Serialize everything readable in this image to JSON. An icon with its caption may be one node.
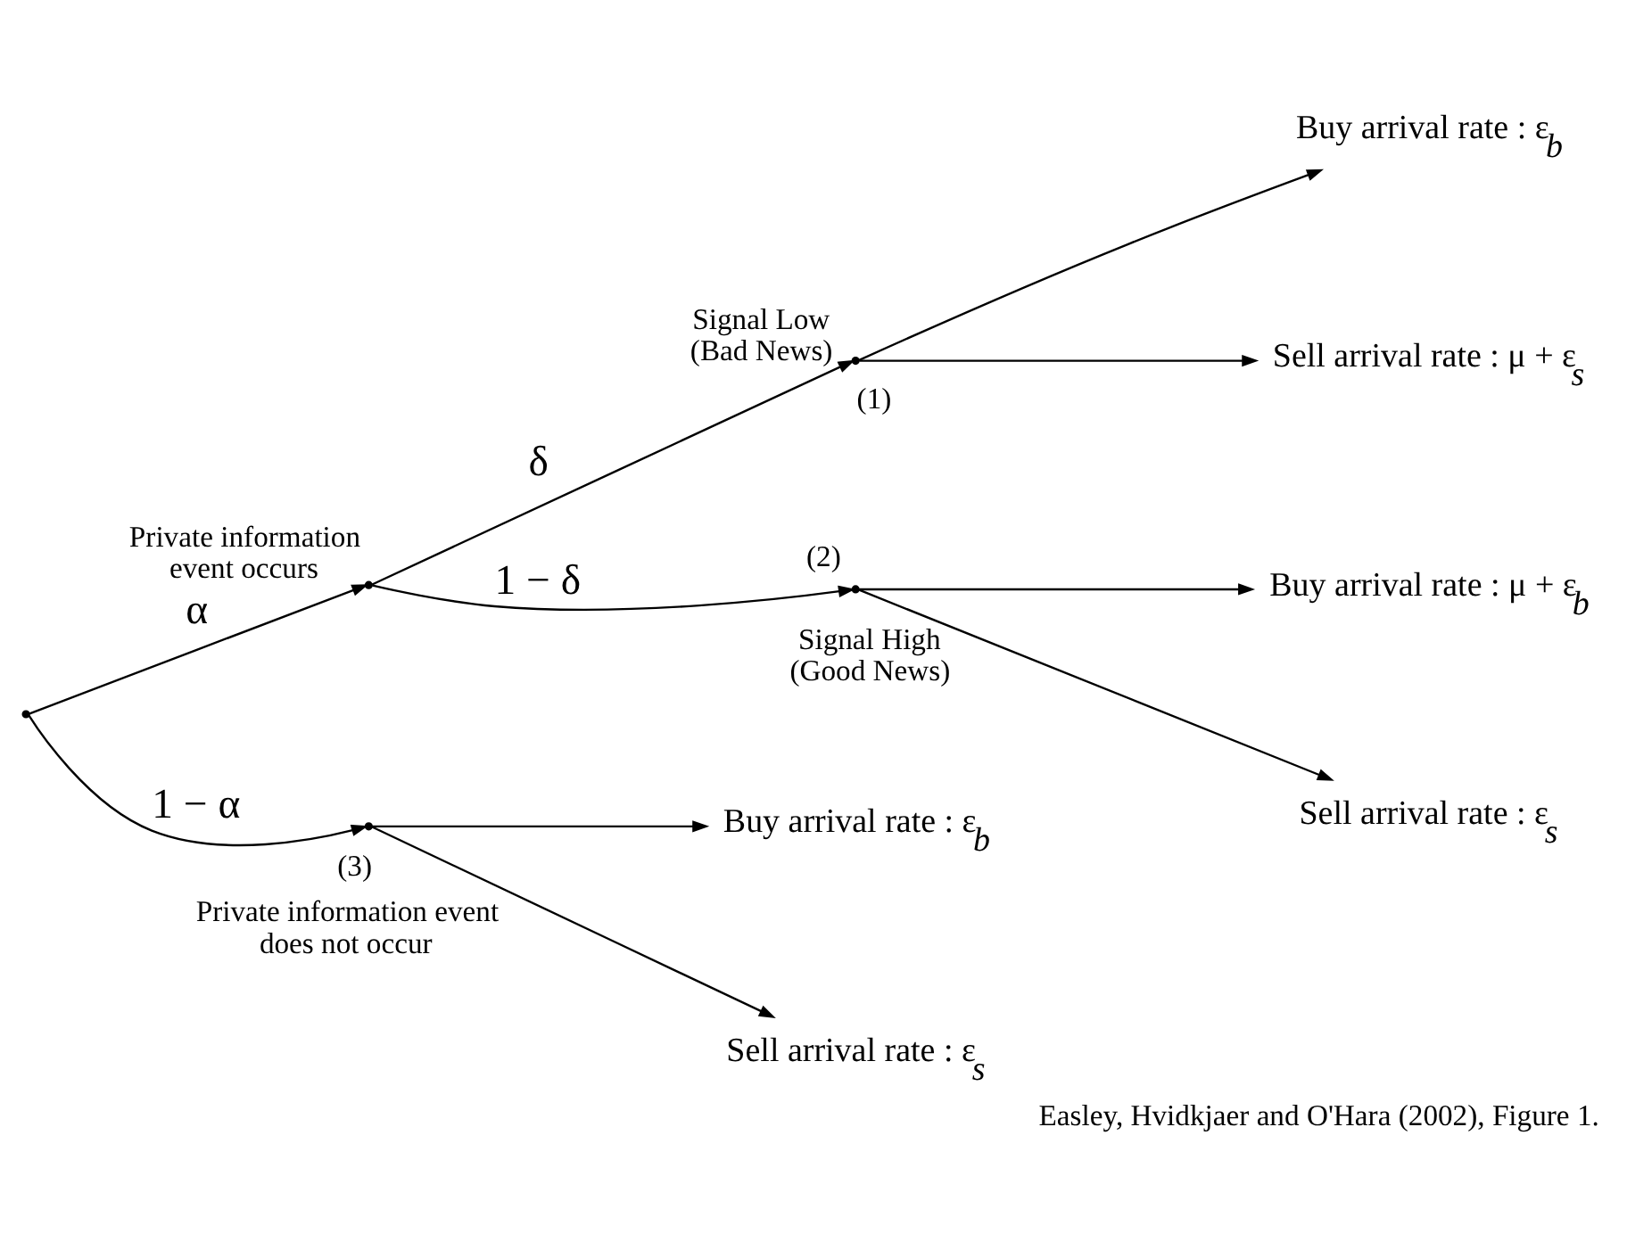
{
  "diagram": {
    "caption": "Easley, Hvidkjaer and O'Hara (2002), Figure 1.",
    "nodes": [
      {
        "text": [],
        "shape": "point"
      },
      {
        "text": [],
        "shape": "point",
        "beside": [
          "Private information event occurs"
        ]
      },
      {
        "text": [],
        "shape": "point",
        "beside": [
          "Signal Low (Bad News)",
          "(1)"
        ]
      },
      {
        "text": [],
        "shape": "point",
        "beside": [
          "(2)",
          "Signal High (Good News)"
        ]
      },
      {
        "text": [],
        "shape": "point",
        "beside": [
          "(3)",
          "Private information event does not occur"
        ]
      },
      {
        "text": [
          "Buy arrival rate : ε$_{b}$"
        ]
      },
      {
        "text": [
          "Sell arrival rate : μ + ε$_{s}$"
        ]
      },
      {
        "text": [
          "Buy arrival rate : μ + ε$_{b}$"
        ]
      },
      {
        "text": [
          "Sell arrival rate : ε$_{s}$"
        ]
      },
      {
        "text": [
          "Buy arrival rate : ε$_{b}$"
        ]
      },
      {
        "text": [
          "Sell arrival rate : ε$_{s}$"
        ]
      }
    ],
    "edges": [
      {
        "from": 0,
        "to": 1,
        "arrow": "to",
        "label": "α"
      },
      {
        "from": 0,
        "to": 4,
        "arrow": "to",
        "label": "1 − α"
      },
      {
        "from": 1,
        "to": 2,
        "arrow": "to",
        "label": "δ"
      },
      {
        "from": 1,
        "to": 3,
        "arrow": "to",
        "label": "1 − δ"
      },
      {
        "from": 2,
        "to": 5,
        "arrow": "to"
      },
      {
        "from": 2,
        "to": 6,
        "arrow": "to"
      },
      {
        "from": 3,
        "to": 7,
        "arrow": "to"
      },
      {
        "from": 3,
        "to": 8,
        "arrow": "to"
      },
      {
        "from": 4,
        "to": 9,
        "arrow": "to"
      },
      {
        "from": 4,
        "to": 10,
        "arrow": "to"
      }
    ]
  }
}
